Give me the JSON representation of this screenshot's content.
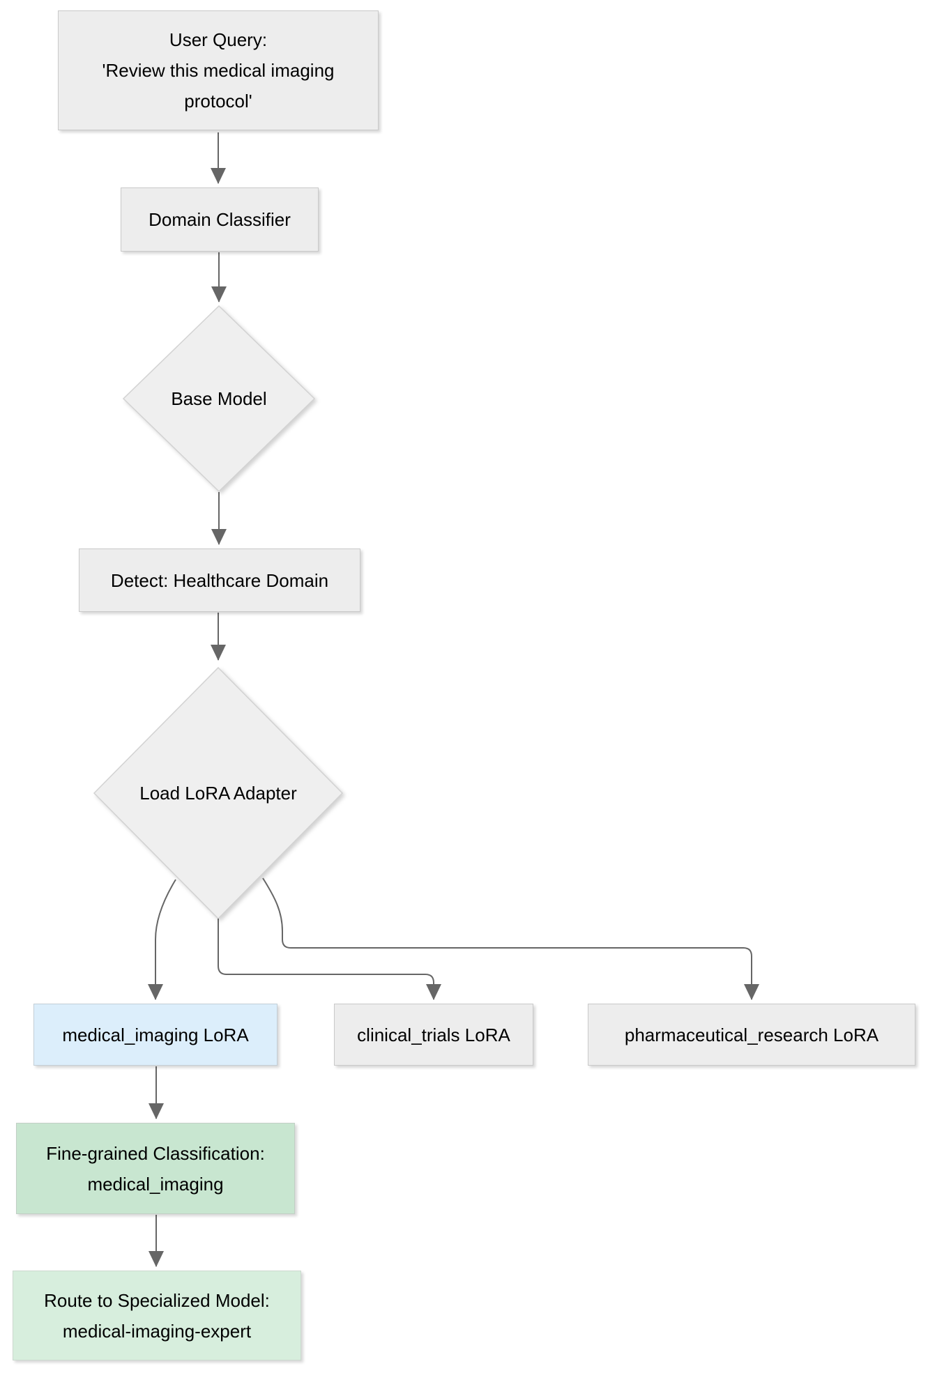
{
  "colors": {
    "background": "#ffffff",
    "node_gray_fill": "#ededed",
    "node_gray_border": "#c9c9c9",
    "diamond_fill": "#efefef",
    "diamond_border": "#d2d2d2",
    "blue_fill": "#dceefb",
    "blue_border": "#c3ced6",
    "green_fill": "#c8e6d0",
    "green_light_fill": "#d7eedd",
    "arrow_color": "#666666",
    "text_color": "#000000"
  },
  "nodes": {
    "user_query": {
      "line1": "User Query:",
      "line2": "'Review this medical imaging",
      "line3": "protocol'"
    },
    "domain_classifier": {
      "label": "Domain Classifier"
    },
    "base_model": {
      "label": "Base Model"
    },
    "detect_domain": {
      "label": "Detect: Healthcare Domain"
    },
    "load_lora": {
      "label": "Load LoRA Adapter"
    },
    "medical_imaging_lora": {
      "label": "medical_imaging LoRA"
    },
    "clinical_trials_lora": {
      "label": "clinical_trials LoRA"
    },
    "pharmaceutical_research_lora": {
      "label": "pharmaceutical_research LoRA"
    },
    "fine_grained": {
      "line1": "Fine-grained Classification:",
      "line2": "medical_imaging"
    },
    "route": {
      "line1": "Route to Specialized Model:",
      "line2": "medical-imaging-expert"
    }
  }
}
